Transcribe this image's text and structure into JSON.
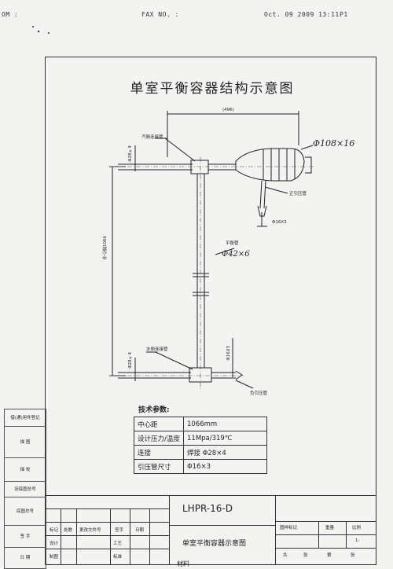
{
  "fax_header": {
    "from_label": "OM :",
    "fax_label": "FAX NO. :",
    "datetime": "Oct. 09 2009 13:11",
    "page": "P1"
  },
  "drawing": {
    "title": "单室平衡容器结构示意图",
    "dim_top": "(496)",
    "dim_vessel": "Φ108×16",
    "dim_height": "中心距1066",
    "label_steam_conn": "汽侧连接管",
    "label_pressure_tube": "正引压管",
    "dim_16x3_top": "Φ16X3",
    "label_balance_tube": "平衡管",
    "dim_42x6": "Φ42×6",
    "label_water_conn": "水侧连接管",
    "label_neg_tube": "负引压管",
    "dim_28x4_top": "Φ28×4",
    "dim_28x4_bottom": "Φ28×4",
    "dim_16x3_bottom": "Φ16X3"
  },
  "specs": {
    "heading": "技术参数:",
    "rows": [
      {
        "label": "中心距",
        "value": "1066mm"
      },
      {
        "label": "设计压力/温度",
        "value": "11Mpa/319℃"
      },
      {
        "label": "连接",
        "value": "焊接 Φ28×4"
      },
      {
        "label": "引压管尺寸",
        "value": "Φ16×3"
      }
    ]
  },
  "side_column": [
    "借(通)用件登记",
    "描 图",
    "描 校",
    "旧底图总号",
    "底图总号",
    "签 字",
    "日 期"
  ],
  "title_block": {
    "model": "LHPR-16-D",
    "name": "单室平衡容器示意图",
    "material_label": "材料",
    "headers": [
      "标记",
      "处数",
      "更改文件号",
      "签字",
      "日期"
    ],
    "roles": [
      "设计",
      "制图",
      "工艺",
      "标准"
    ],
    "stage_headers": [
      "图样标记",
      "重量",
      "比例"
    ],
    "sheet_labels": [
      "共",
      "张",
      "第",
      "张"
    ],
    "scale": "1:"
  }
}
